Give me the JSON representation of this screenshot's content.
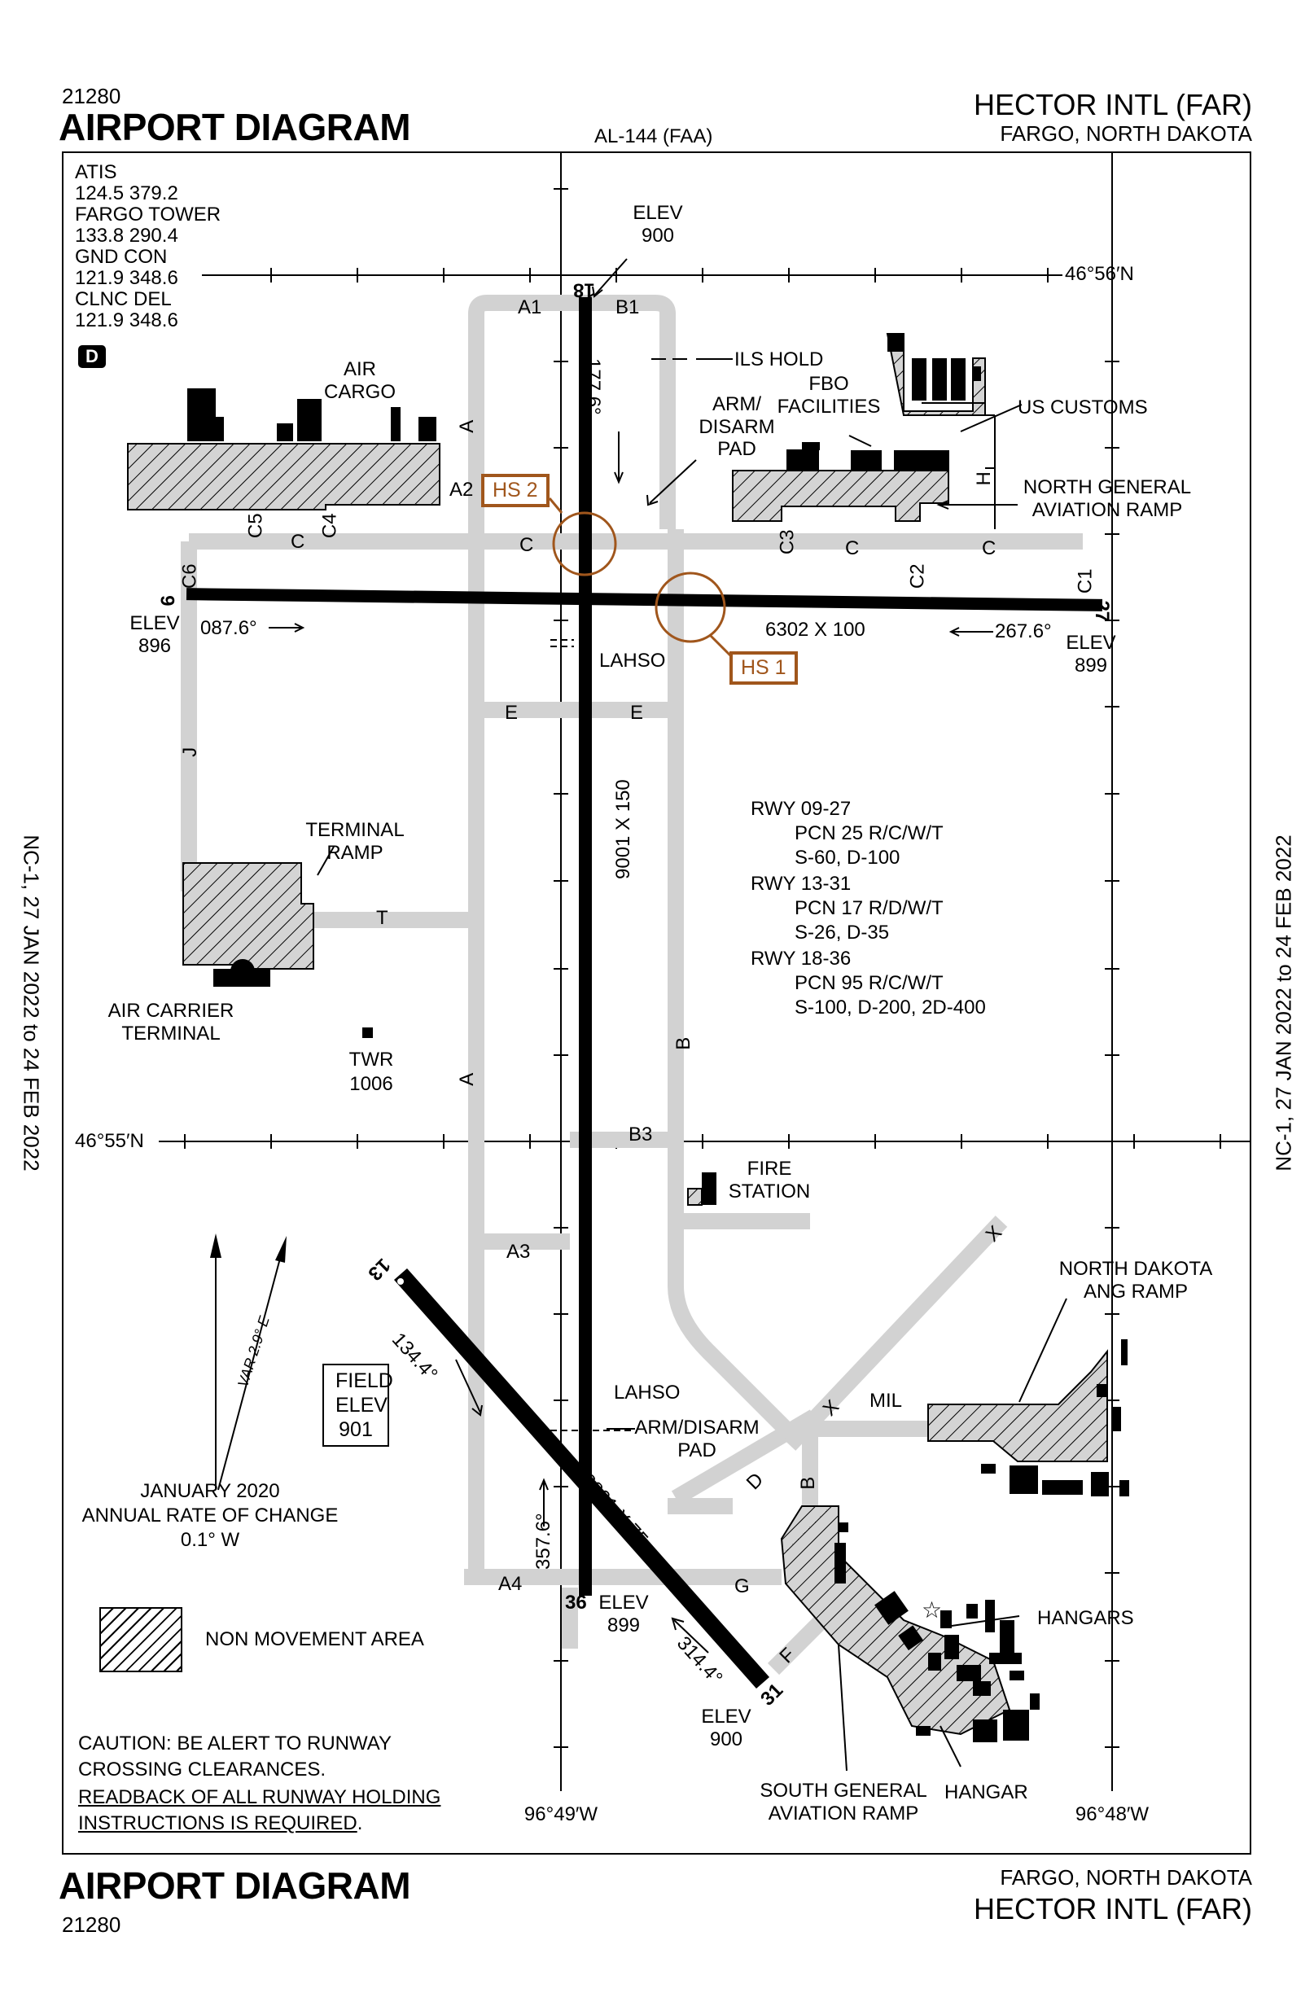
{
  "header": {
    "chart_number": "21280",
    "title": "AIRPORT DIAGRAM",
    "faa_code": "AL-144 (FAA)",
    "airport_name": "HECTOR INTL (FAR)",
    "city_state": "FARGO, NORTH DAKOTA"
  },
  "footer": {
    "title": "AIRPORT DIAGRAM",
    "chart_number": "21280",
    "city_state": "FARGO, NORTH DAKOTA",
    "airport_name": "HECTOR INTL (FAR)"
  },
  "validity": {
    "left": "NC-1, 27 JAN 2022 to 24 FEB 2022",
    "right": "NC-1, 27 JAN 2022 to 24 FEB 2022"
  },
  "frequencies": {
    "atis_label": "ATIS",
    "atis_freq": "124.5 379.2",
    "tower_label": "FARGO TOWER",
    "tower_freq": "133.8 290.4",
    "gnd_label": "GND CON",
    "gnd_freq": "121.9 348.6",
    "clnc_label": "CLNC DEL",
    "clnc_freq": "121.9 348.6",
    "airspace_class": "D"
  },
  "coordinates": {
    "lat_top": "46°56′N",
    "lat_mid": "46°55′N",
    "lon_left": "96°49′W",
    "lon_right": "96°48′W"
  },
  "runways": {
    "rwy_18_36": {
      "end_18": "18",
      "end_36": "36",
      "dimensions": "9001 X 150",
      "heading_18": "177.6°",
      "heading_36": "357.6°",
      "elev_18_label": "ELEV",
      "elev_18": "900",
      "elev_36_label": "ELEV",
      "elev_36": "899"
    },
    "rwy_09_27": {
      "end_09": "9",
      "end_27": "27",
      "dimensions": "6302 X 100",
      "heading_09": "087.6°",
      "heading_27": "267.6°",
      "elev_09_label": "ELEV",
      "elev_09": "896",
      "elev_27_label": "ELEV",
      "elev_27": "899"
    },
    "rwy_13_31": {
      "end_13": "13",
      "end_31": "31",
      "dimensions": "3801 X 75",
      "heading_13": "134.4°",
      "heading_31": "314.4°",
      "elev_31_label": "ELEV",
      "elev_31": "900"
    }
  },
  "pcn": {
    "rwy1": "RWY 09-27",
    "rwy1_pcn": "PCN 25 R/C/W/T",
    "rwy1_gear": "S-60, D-100",
    "rwy2": "RWY 13-31",
    "rwy2_pcn": "PCN 17 R/D/W/T",
    "rwy2_gear": "S-26, D-35",
    "rwy3": "RWY 18-36",
    "rwy3_pcn": "PCN 95 R/C/W/T",
    "rwy3_gear": "S-100, D-200, 2D-400"
  },
  "taxiways": {
    "A": "A",
    "A1": "A1",
    "A2": "A2",
    "A3": "A3",
    "A4": "A4",
    "B": "B",
    "B1": "B1",
    "B3": "B3",
    "C": "C",
    "C1": "C1",
    "C2": "C2",
    "C3": "C3",
    "C4": "C4",
    "C5": "C5",
    "C6": "C6",
    "D": "D",
    "E": "E",
    "F": "F",
    "G": "G",
    "H": "H",
    "J": "J",
    "T": "T",
    "X": "X"
  },
  "labels": {
    "air_cargo": "AIR CARGO",
    "ils_hold": "ILS HOLD",
    "arm_disarm_pad": "ARM/ DISARM PAD",
    "arm_disarm_pad2": "ARM/DISARM PAD",
    "fbo": "FBO FACILITIES",
    "us_customs": "US CUSTOMS",
    "north_ga_ramp": "NORTH GENERAL AVIATION RAMP",
    "lahso": "LAHSO",
    "terminal_ramp": "TERMINAL RAMP",
    "air_carrier_terminal": "AIR CARRIER TERMINAL",
    "twr": "TWR",
    "twr_elev": "1006",
    "fire_station": "FIRE STATION",
    "nd_ang_ramp": "NORTH DAKOTA ANG RAMP",
    "mil": "MIL",
    "hangars": "HANGARS",
    "hangar": "HANGAR",
    "south_ga_ramp": "SOUTH GENERAL AVIATION RAMP",
    "field_elev_label": "FIELD ELEV",
    "field_elev": "901",
    "var": "VAR 2.9° E",
    "rate_change_date": "JANUARY 2020",
    "rate_change_label": "ANNUAL RATE OF CHANGE",
    "rate_change_value": "0.1° W",
    "non_movement": "NON MOVEMENT AREA",
    "hs1": "HS 1",
    "hs2": "HS 2"
  },
  "caution": {
    "line1": "CAUTION: BE ALERT TO RUNWAY",
    "line2": "CROSSING CLEARANCES.",
    "line3": "READBACK OF ALL RUNWAY HOLDING",
    "line4": "INSTRUCTIONS IS REQUIRED",
    "line4_end": "."
  },
  "colors": {
    "hotspot": "#a0561c",
    "taxiway": "#d2d2d2",
    "runway": "#000000"
  }
}
